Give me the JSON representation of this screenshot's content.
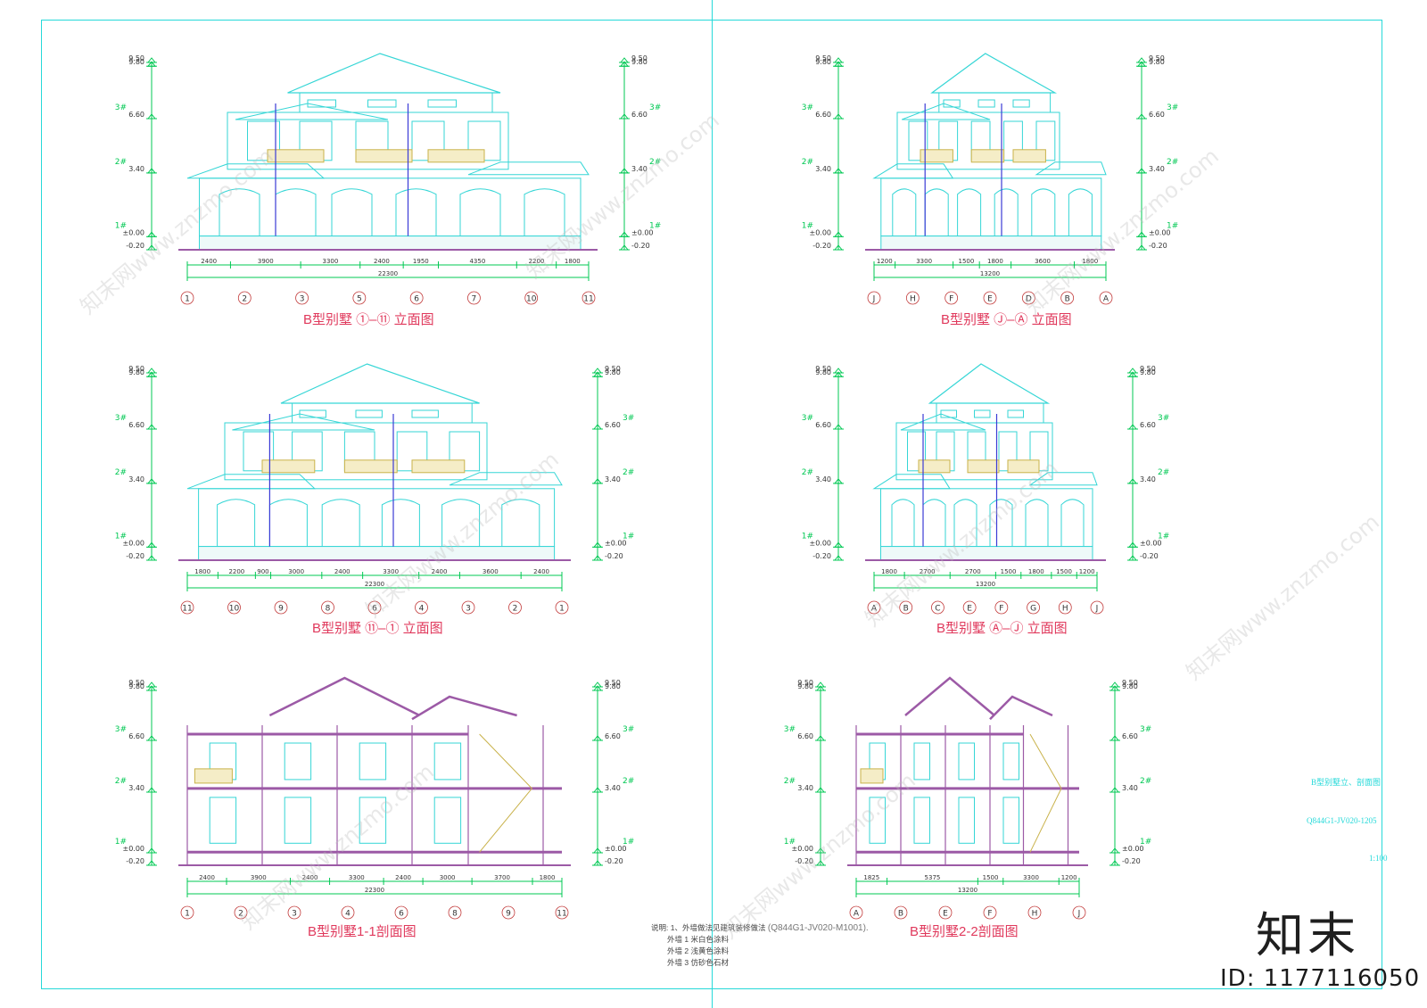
{
  "panels": {
    "p1": {
      "title": "B型别墅 ①–⑪ 立面图",
      "axes": [
        "1",
        "2",
        "3",
        "5",
        "6",
        "7",
        "10",
        "11"
      ],
      "dims": [
        "2400",
        "3900",
        "3300",
        "2400",
        "1950",
        "4350",
        "2200",
        "1800"
      ],
      "total": "22300"
    },
    "p2": {
      "title": "B型别墅 Ⓙ–Ⓐ 立面图",
      "axes": [
        "J",
        "H",
        "F",
        "E",
        "D",
        "B",
        "A"
      ],
      "dims": [
        "1200",
        "3300",
        "1500",
        "1800",
        "3600",
        "1800"
      ],
      "total": "13200"
    },
    "p3": {
      "title": "B型别墅 ⑪–① 立面图",
      "axes": [
        "11",
        "10",
        "9",
        "8",
        "6",
        "4",
        "3",
        "2",
        "1"
      ],
      "dims": [
        "1800",
        "2200",
        "900",
        "3000",
        "2400",
        "3300",
        "2400",
        "3600",
        "2400"
      ],
      "total": "22300"
    },
    "p4": {
      "title": "B型别墅 Ⓐ–Ⓙ 立面图",
      "axes": [
        "A",
        "B",
        "C",
        "E",
        "F",
        "G",
        "H",
        "J"
      ],
      "dims": [
        "1800",
        "2700",
        "2700",
        "1500",
        "1800",
        "1500",
        "1200"
      ],
      "total": "13200"
    },
    "p5": {
      "title": "B型别墅1-1剖面图",
      "axes": [
        "1",
        "2",
        "3",
        "4",
        "6",
        "8",
        "9",
        "11"
      ],
      "dims": [
        "2400",
        "3900",
        "2400",
        "3300",
        "2400",
        "3000",
        "3700",
        "1800"
      ],
      "total": "22300"
    },
    "p6": {
      "title": "B型别墅2-2剖面图",
      "axes": [
        "A",
        "B",
        "E",
        "F",
        "H",
        "J"
      ],
      "dims": [
        "1825",
        "5375",
        "1500",
        "3300",
        "1200"
      ],
      "total": "13200"
    }
  },
  "levels": {
    "roof": "9.50",
    "ridge": "9.80",
    "l3_label": "3#",
    "l3": "6.60",
    "l2_label": "2#",
    "l2": "3.40",
    "l1_label": "1#",
    "l1": "±0.00",
    "ground": "-0.20",
    "l1_text": "1# ±0.00",
    "l2_text": "2# 3.40",
    "l3_text": "3# 6.60"
  },
  "titleblock": {
    "name": "B型别墅立、剖面图",
    "code": "Q844G1-JV020-1205",
    "scale": "1:100"
  },
  "notes": {
    "prefix": "说明:",
    "line1": "1、外墙做法见建筑装修做法",
    "line1_code": "(Q844G1-JV020-M1001).",
    "wall1": "外墙 1    米白色涂料",
    "wall2": "外墙 2    浅黄色涂料",
    "wall3": "外墙 3    仿砂色石材"
  },
  "branding": {
    "logo_text": "知末",
    "id_text": "ID: 1177116050",
    "watermark": "知末网www.znzmo.com"
  },
  "colors": {
    "frame": "#26d9d9",
    "title": "#e0395c",
    "line_cyan": "#36d6d6",
    "dim_green": "#00c853",
    "section_magenta": "#9c5aa6",
    "window_gold": "#c9b24a",
    "accent_blue": "#3b3bd6"
  }
}
